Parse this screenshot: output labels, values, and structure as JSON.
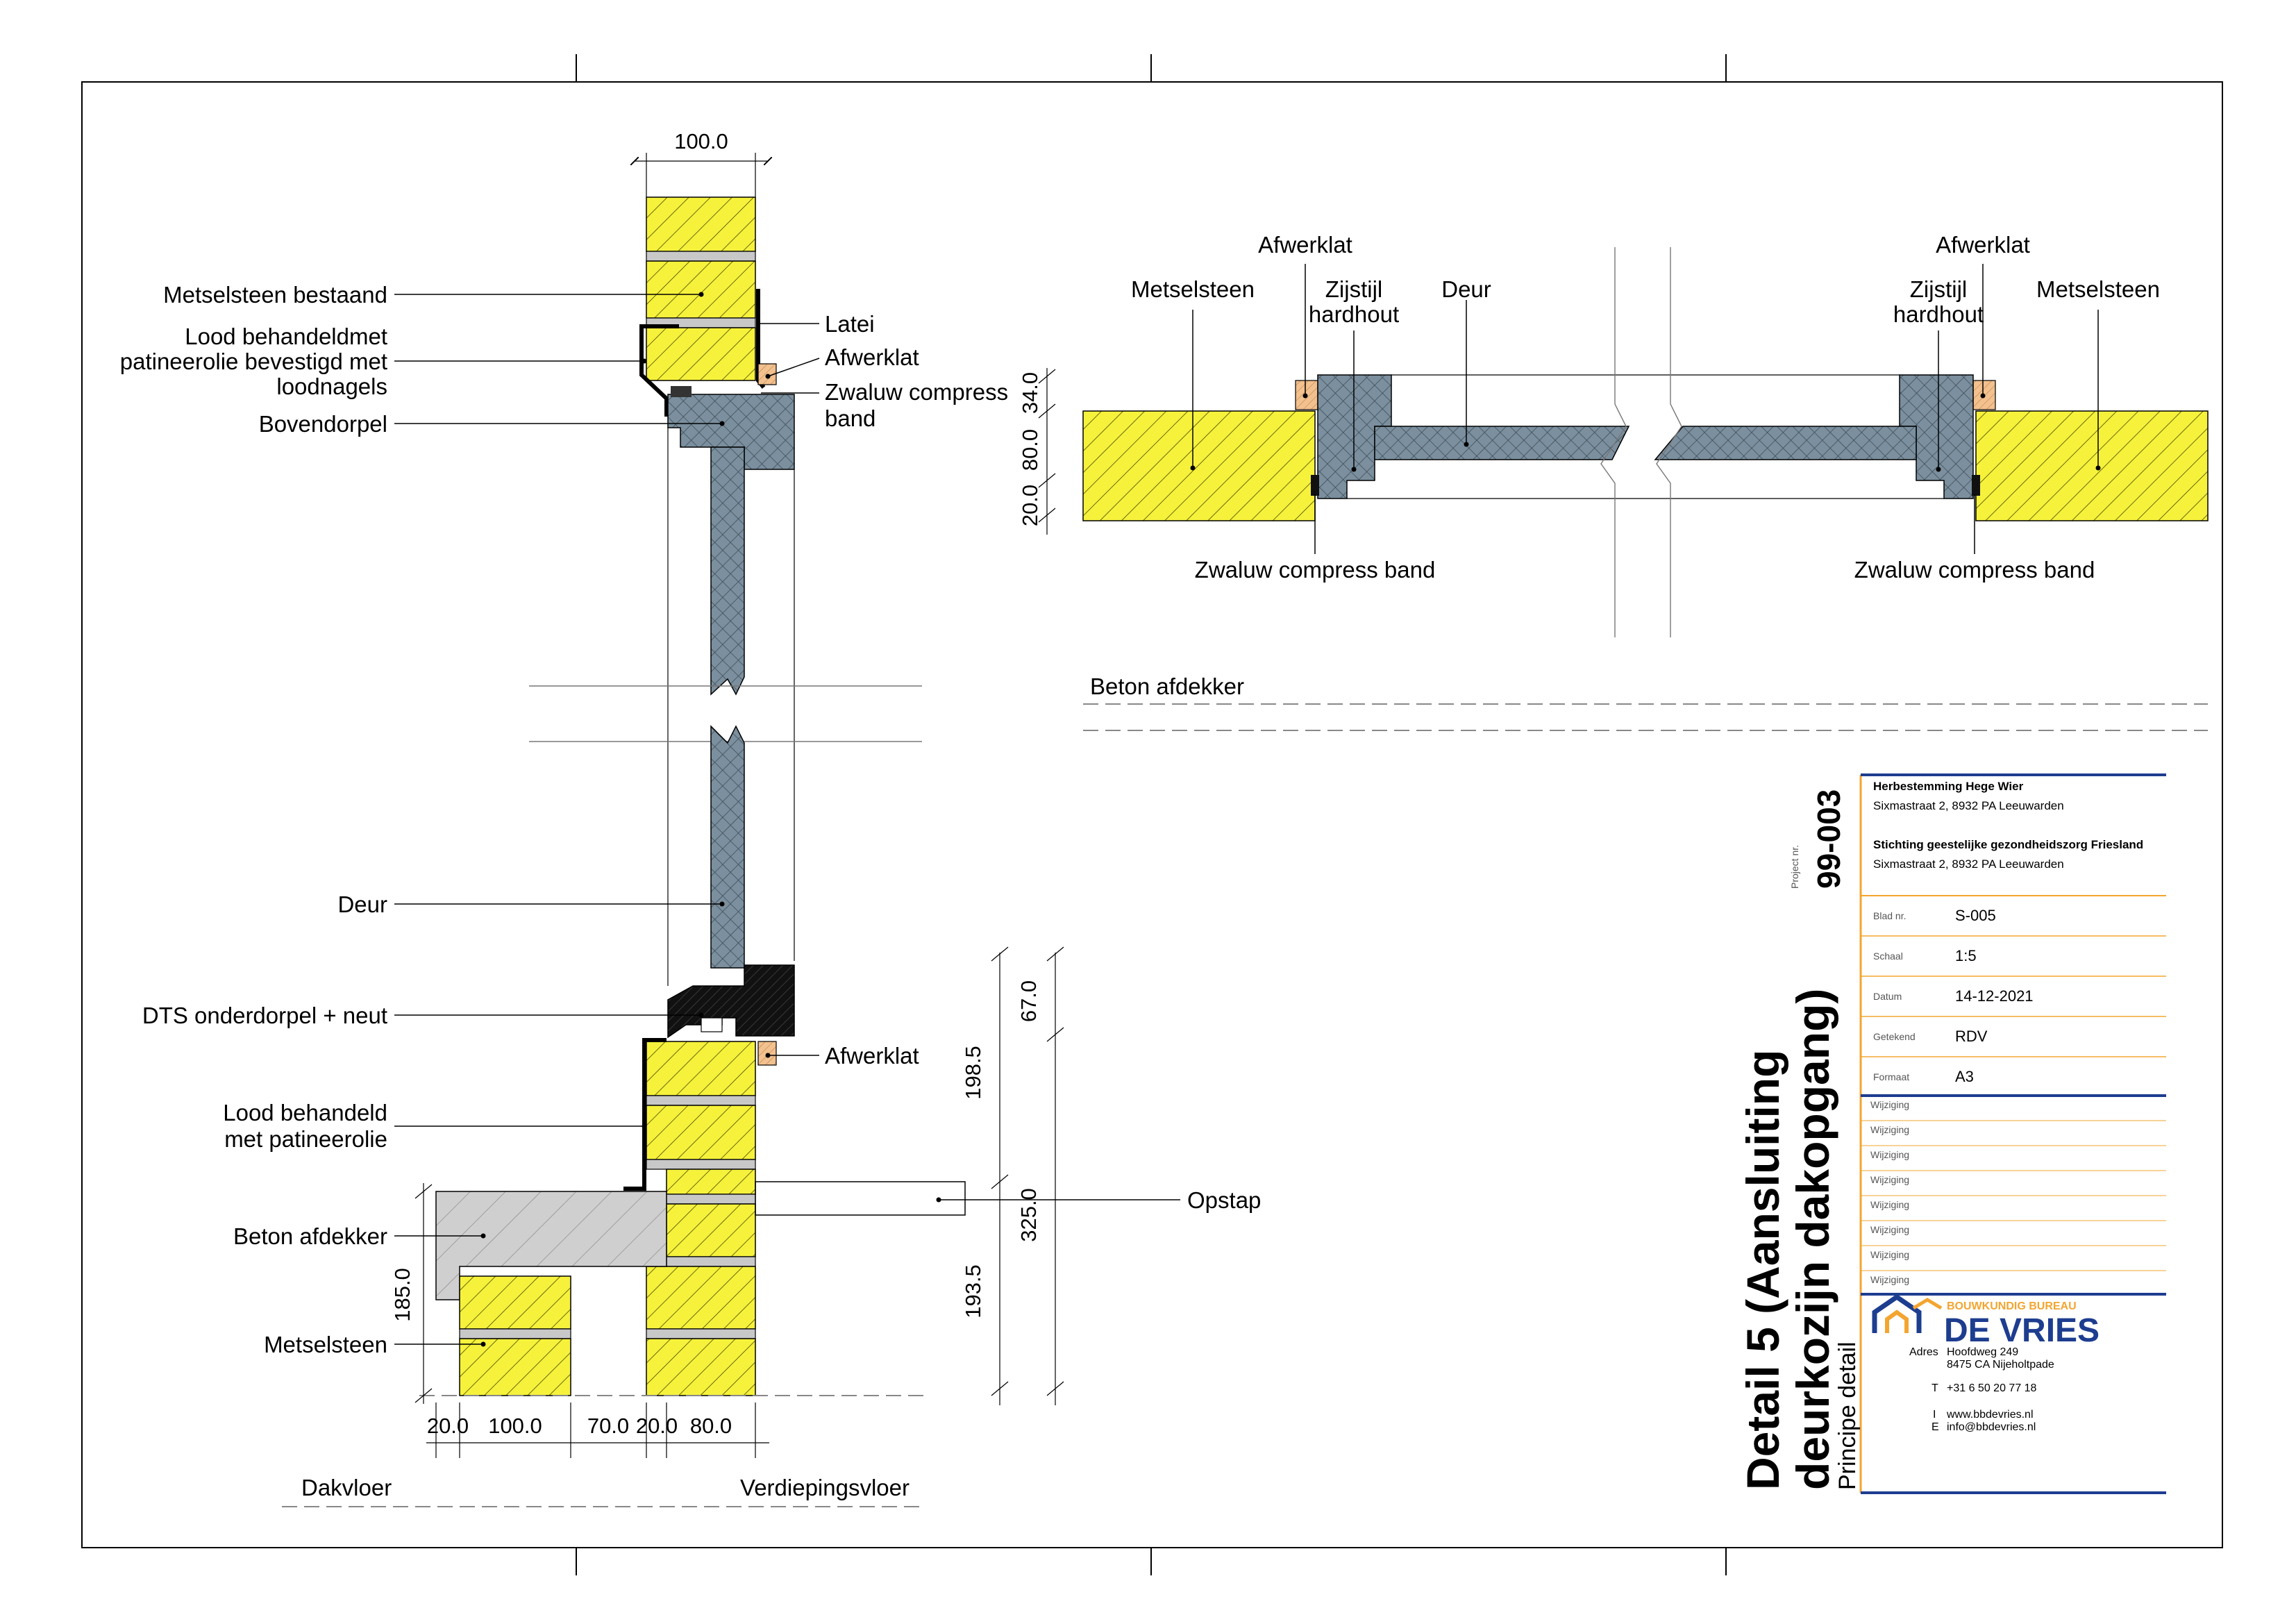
{
  "section_detail": {
    "dim_top_width": "100.0",
    "labels": {
      "metselsteen_bestaand": "Metselsteen bestaand",
      "lood_1_line1": "Lood behandeldmet",
      "lood_1_line2": "patineerolie bevestigd met",
      "lood_1_line3": "loodnagels",
      "bovendorpel": "Bovendorpel",
      "latei": "Latei",
      "afwerklat_top": "Afwerklat",
      "zwaluw_line1": "Zwaluw compress",
      "zwaluw_line2": "band",
      "deur": "Deur",
      "dts": "DTS onderdorpel + neut",
      "afwerklat_bottom": "Afwerklat",
      "lood_2_line1": "Lood behandeld",
      "lood_2_line2": "met patineerolie",
      "beton_afdekker": "Beton afdekker",
      "metselsteen": "Metselsteen",
      "opstap": "Opstap",
      "dakvloer": "Dakvloer",
      "verdiepingsvloer": "Verdiepingsvloer"
    },
    "dims_right": {
      "d67": "67.0",
      "d198": "198.5",
      "d193": "193.5",
      "d325": "325.0"
    },
    "dim_left": "185.0",
    "dims_bottom": [
      "20.0",
      "100.0",
      "70.0",
      "20.0",
      "80.0"
    ]
  },
  "plan_detail": {
    "labels": {
      "afwerklat_left": "Afwerklat",
      "afwerklat_right": "Afwerklat",
      "metselsteen_left": "Metselsteen",
      "metselsteen_right": "Metselsteen",
      "zijstijl_left_1": "Zijstijl",
      "zijstijl_left_2": "hardhout",
      "zijstijl_right_1": "Zijstijl",
      "zijstijl_right_2": "hardhout",
      "deur": "Deur",
      "zwaluw_left": "Zwaluw compress band",
      "zwaluw_right": "Zwaluw compress band",
      "beton_afdekker": "Beton afdekker"
    },
    "dims_left": [
      "34.0",
      "80.0",
      "20.0"
    ]
  },
  "title_block": {
    "project_nr_label": "Project nr.",
    "project_nr": "99-003",
    "project_name": "Herbestemming Hege Wier",
    "project_address": "Sixmastraat 2, 8932 PA Leeuwarden",
    "client_name": "Stichting geestelijke gezondheidszorg Friesland",
    "client_address": "Sixmastraat 2, 8932 PA Leeuwarden",
    "rows": [
      {
        "label": "Blad nr.",
        "value": "S-005"
      },
      {
        "label": "Schaal",
        "value": "1:5"
      },
      {
        "label": "Datum",
        "value": "14-12-2021"
      },
      {
        "label": "Getekend",
        "value": "RDV"
      },
      {
        "label": "Formaat",
        "value": "A3"
      }
    ],
    "revision_label": "Wijziging",
    "revision_count": 8,
    "title_line1": "Detail 5 (Aansluiting",
    "title_line2": "deurkozijn dakopgang)",
    "subtitle": "Principe detail",
    "company_tagline": "BOUWKUNDIG BUREAU",
    "company_name": "DE VRIES",
    "adres_label": "Adres",
    "adres_line1": "Hoofdweg 249",
    "adres_line2": "8475 CA Nijeholtpade",
    "tel_label": "T",
    "tel": "+31 6 50 20 77 18",
    "web_label": "I",
    "web": "www.bbdevries.nl",
    "mail_label": "E",
    "mail": "info@bbdevries.nl"
  },
  "colors": {
    "brick": "#f6f23c",
    "mortar": "#c8c8c8",
    "door": "#7b8f9e",
    "wood": "#f2c18e",
    "concrete": "#cfcfcf",
    "title_blue": "#1d3d8f",
    "title_orange": "#f3a530"
  }
}
